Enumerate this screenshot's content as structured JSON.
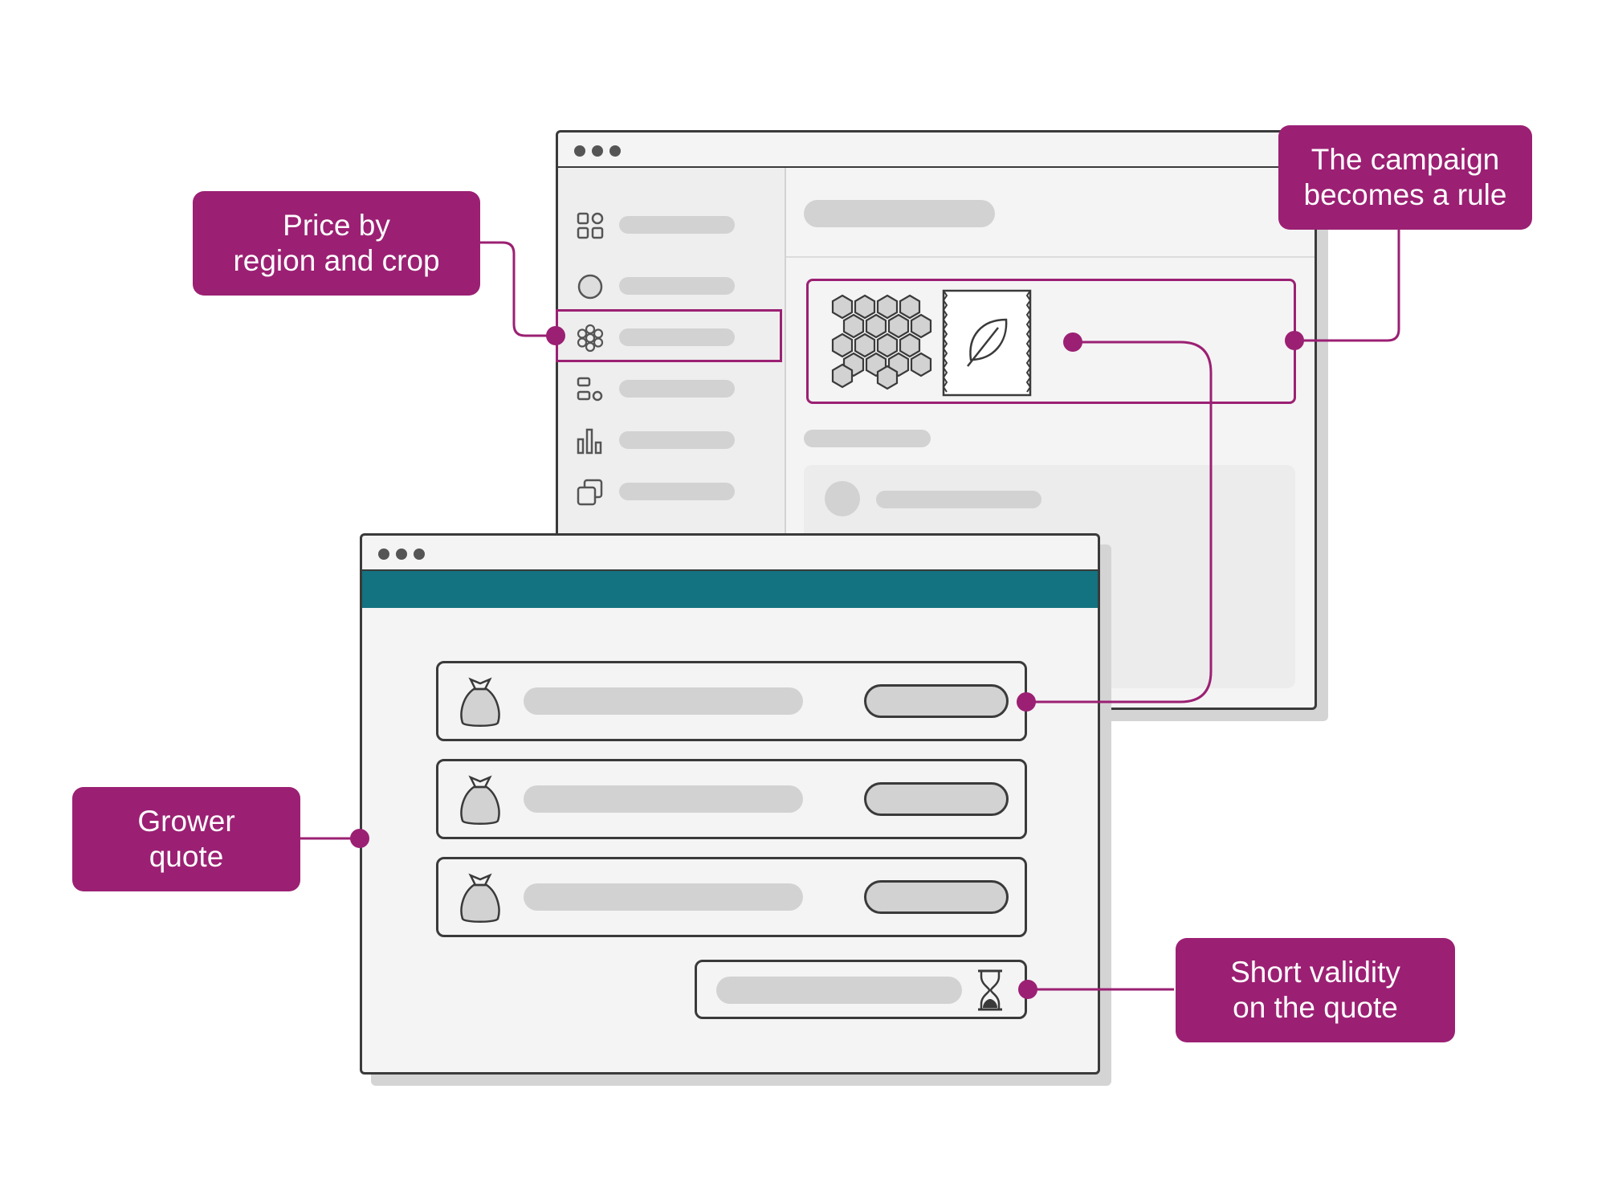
{
  "callouts": {
    "price_by_region": "Price by\nregion and crop",
    "campaign_rule": "The campaign\nbecomes a rule",
    "grower_quote": "Grower\nquote",
    "short_validity": "Short validity\non the quote"
  },
  "admin_window": {
    "sidebar_icons": [
      "grid-icon",
      "circle-icon",
      "flower-icon",
      "shapes-icon",
      "bar-chart-icon",
      "copy-icon"
    ],
    "highlighted_item": "flower-icon",
    "campaign_card_icons": [
      "honeycomb-icon",
      "seed-packet-leaf-icon"
    ]
  },
  "quote_window": {
    "header_color": "#137380",
    "row_icon": "seed-bag-icon",
    "row_count": 3,
    "validity_icon": "hourglass-icon"
  },
  "colors": {
    "accent": "#9b2073",
    "teal": "#137380",
    "outline": "#3a3a3a",
    "placeholder": "#d2d2d2"
  }
}
